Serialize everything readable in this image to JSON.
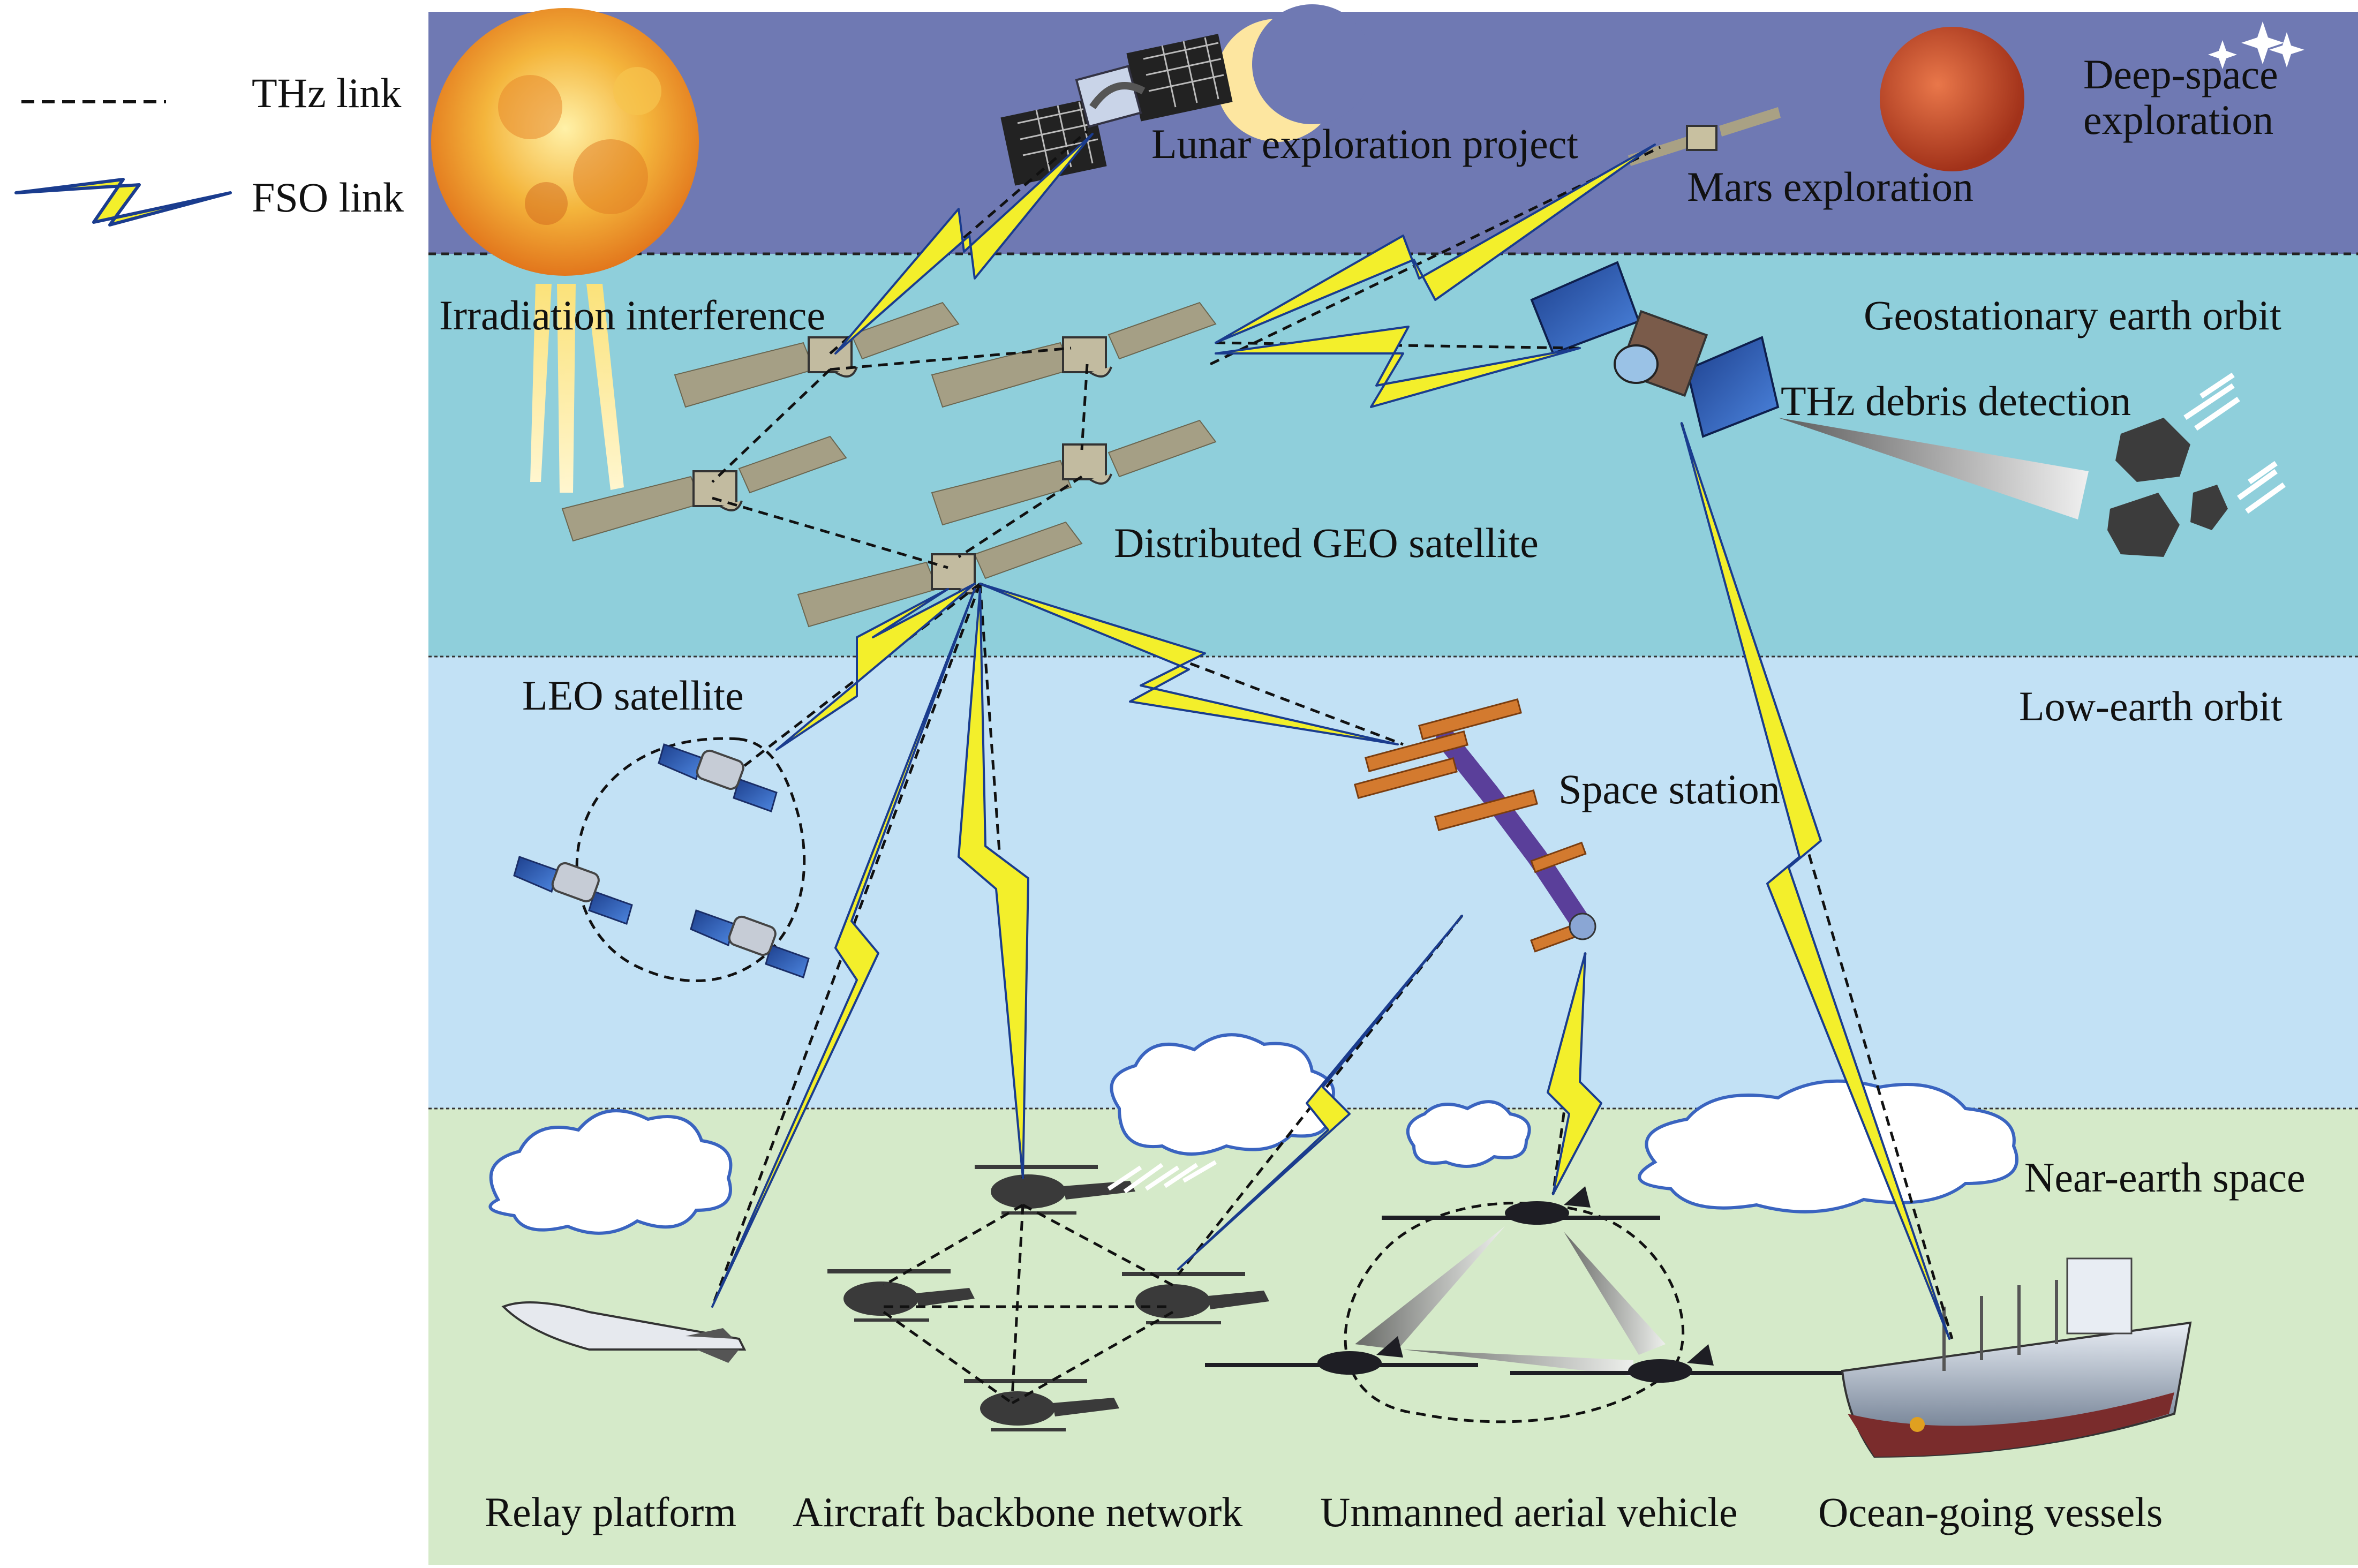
{
  "legend": {
    "thz_label": "THz link",
    "fso_label": "FSO link"
  },
  "zones": {
    "deep_space": "Deep-space exploration",
    "deep_space_line1": "Deep-space",
    "deep_space_line2": "exploration",
    "geo": "Geostationary earth orbit",
    "leo": "Low-earth orbit",
    "near_earth": "Near-earth space"
  },
  "labels": {
    "lunar": "Lunar exploration project",
    "mars": "Mars exploration",
    "irradiation": "Irradiation interference",
    "debris": "THz debris detection",
    "distributed_geo": "Distributed GEO satellite",
    "leo_satellite": "LEO satellite",
    "space_station": "Space station",
    "relay": "Relay platform",
    "aircraft": "Aircraft backbone network",
    "uav": "Unmanned aerial vehicle",
    "vessels": "Ocean-going vessels"
  },
  "colors": {
    "deep_space_band": "#6f79b3",
    "geo_band": "#8fcfdb",
    "leo_band": "#c2e1f5",
    "near_earth_band": "#d5eac9",
    "fso_bolt": "#f3ef2b",
    "thz_dash": "#111111",
    "cloud_outline": "#3a64c0"
  },
  "icons": {
    "sun": "sun-icon",
    "moon": "crescent-moon-icon",
    "mars": "mars-planet-icon",
    "stars": "sparkle-stars-icon",
    "satellite": "satellite-icon",
    "space_station": "space-station-icon",
    "helicopter": "helicopter-icon",
    "uav": "uav-drone-icon",
    "missile": "relay-platform-icon",
    "ship": "cargo-ship-icon",
    "cloud": "cloud-icon",
    "debris": "space-debris-icon"
  }
}
